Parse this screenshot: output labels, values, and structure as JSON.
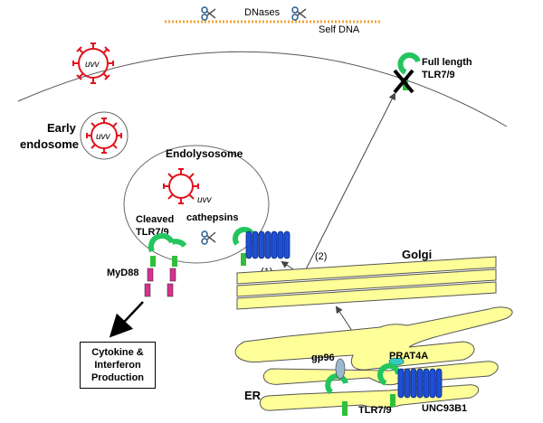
{
  "labels": {
    "dnases": "DNases",
    "self_dna": "Self DNA",
    "full_length_line1": "Full length",
    "full_length_line2": "TLR7/9",
    "early_endosome_line1": "Early",
    "early_endosome_line2": "endosome",
    "endolysosome": "Endolysosome",
    "cleaved_line1": "Cleaved",
    "cleaved_line2": "TLR7/9",
    "cathepsins": "cathepsins",
    "myd88": "MyD88",
    "golgi": "Golgi",
    "er": "ER",
    "gp96": "gp96",
    "prat4a": "PRAT4A",
    "tlr79_er": "TLR7/9",
    "unc93b1": "UNC93B1",
    "step1": "(1)",
    "step2": "(2)",
    "cytokine_line1": "Cytokine &",
    "cytokine_line2": "Interferon",
    "cytokine_line3": "Production",
    "virus_text": "uvv"
  },
  "colors": {
    "virus": "#e0141e",
    "tlr_green": "#22c55e",
    "tlr_tail": "#2fbf3a",
    "myd88": "#d6338f",
    "unc93b1": "#1f4fd6",
    "golgi_fill": "#ffff99",
    "er_fill": "#ffff99",
    "dna": "#f2a33a",
    "gp96": "#9bb8cf",
    "prat4a": "#35c9c6"
  }
}
